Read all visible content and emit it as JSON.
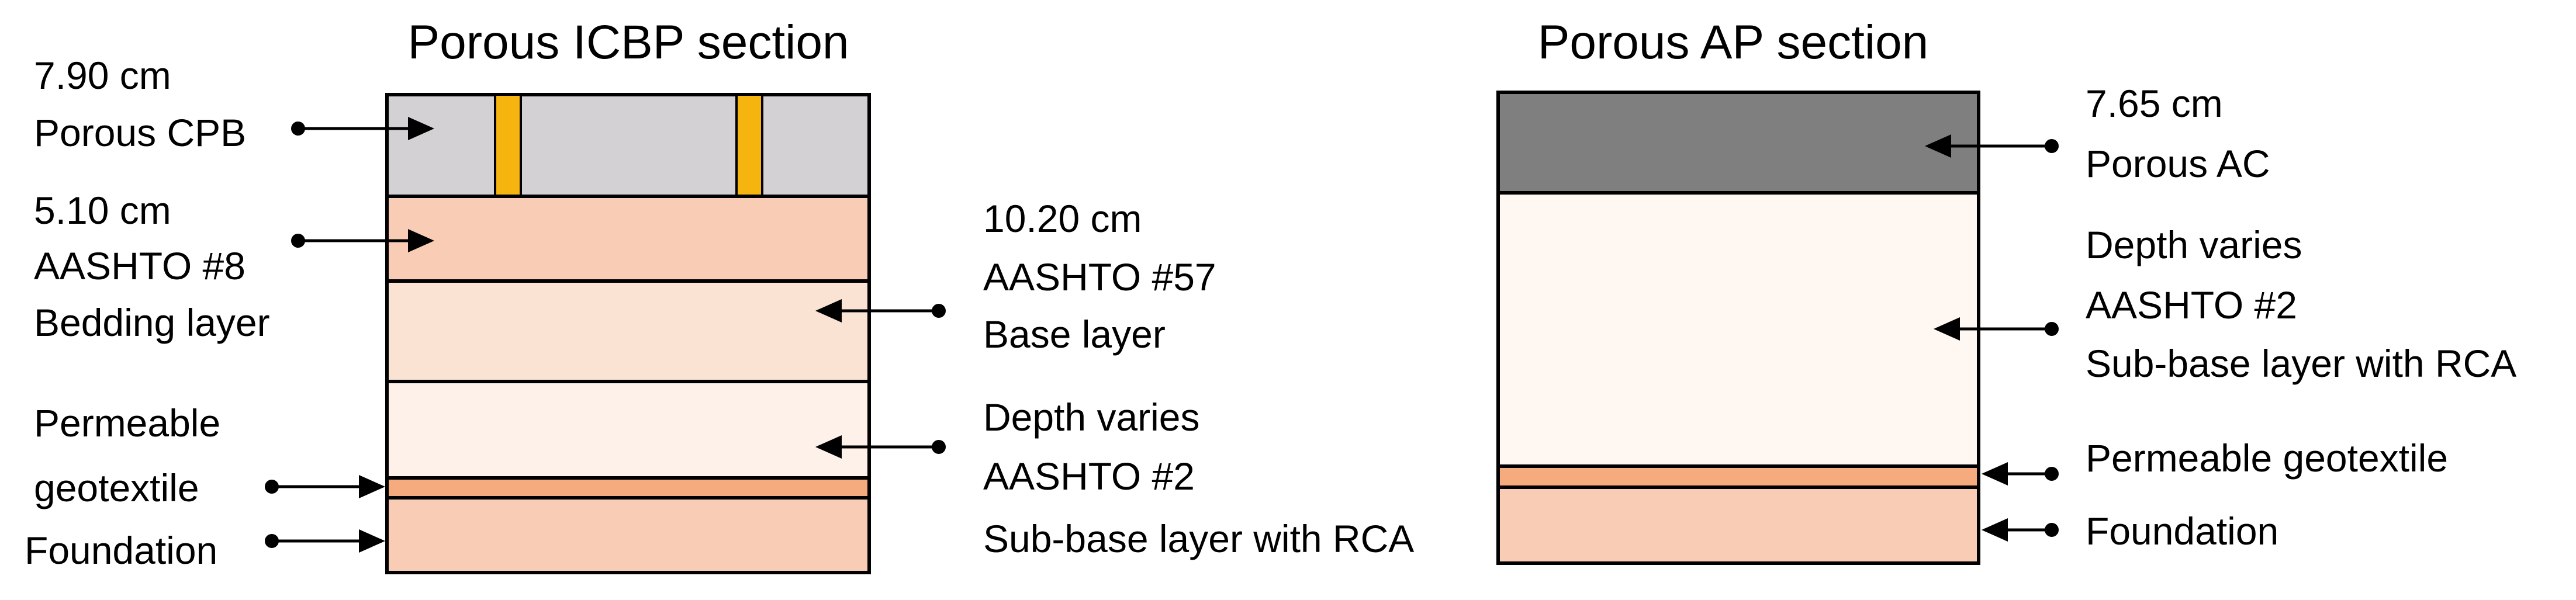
{
  "icbp": {
    "title": "Porous ICBP section",
    "labels": {
      "cpb_depth": "7.90 cm",
      "cpb_name": "Porous CPB",
      "bedding_depth": "5.10 cm",
      "bedding_material": "AASHTO #8",
      "bedding_name": "Bedding layer",
      "base_depth": "10.20 cm",
      "base_material": "AASHTO #57",
      "base_name": "Base layer",
      "subbase_depth": "Depth varies",
      "subbase_material": "AASHTO #2",
      "subbase_name": "Sub-base layer with RCA",
      "geotextile_line1": "Permeable",
      "geotextile_line2": "geotextile",
      "foundation": "Foundation"
    }
  },
  "ap": {
    "title": "Porous AP section",
    "labels": {
      "ac_depth": "7.65 cm",
      "ac_name": "Porous AC",
      "subbase_depth": "Depth varies",
      "subbase_material": "AASHTO #2",
      "subbase_name": "Sub-base layer with RCA",
      "geotextile": "Permeable geotextile",
      "foundation": "Foundation"
    }
  },
  "colors": {
    "cpb_fill": "#d3d1d4",
    "joint_fill": "#f6b40e",
    "bedding_fill": "#f9cdb5",
    "base_fill": "#fbe3d4",
    "subbase_fill": "#fdf1ea",
    "geotextile_fill": "#f6ab7f",
    "foundation_fill": "#f9cdb5",
    "ac_fill": "#7f7f7f",
    "ap_subbase_fill": "#fef7f2",
    "outline": "#000000"
  }
}
